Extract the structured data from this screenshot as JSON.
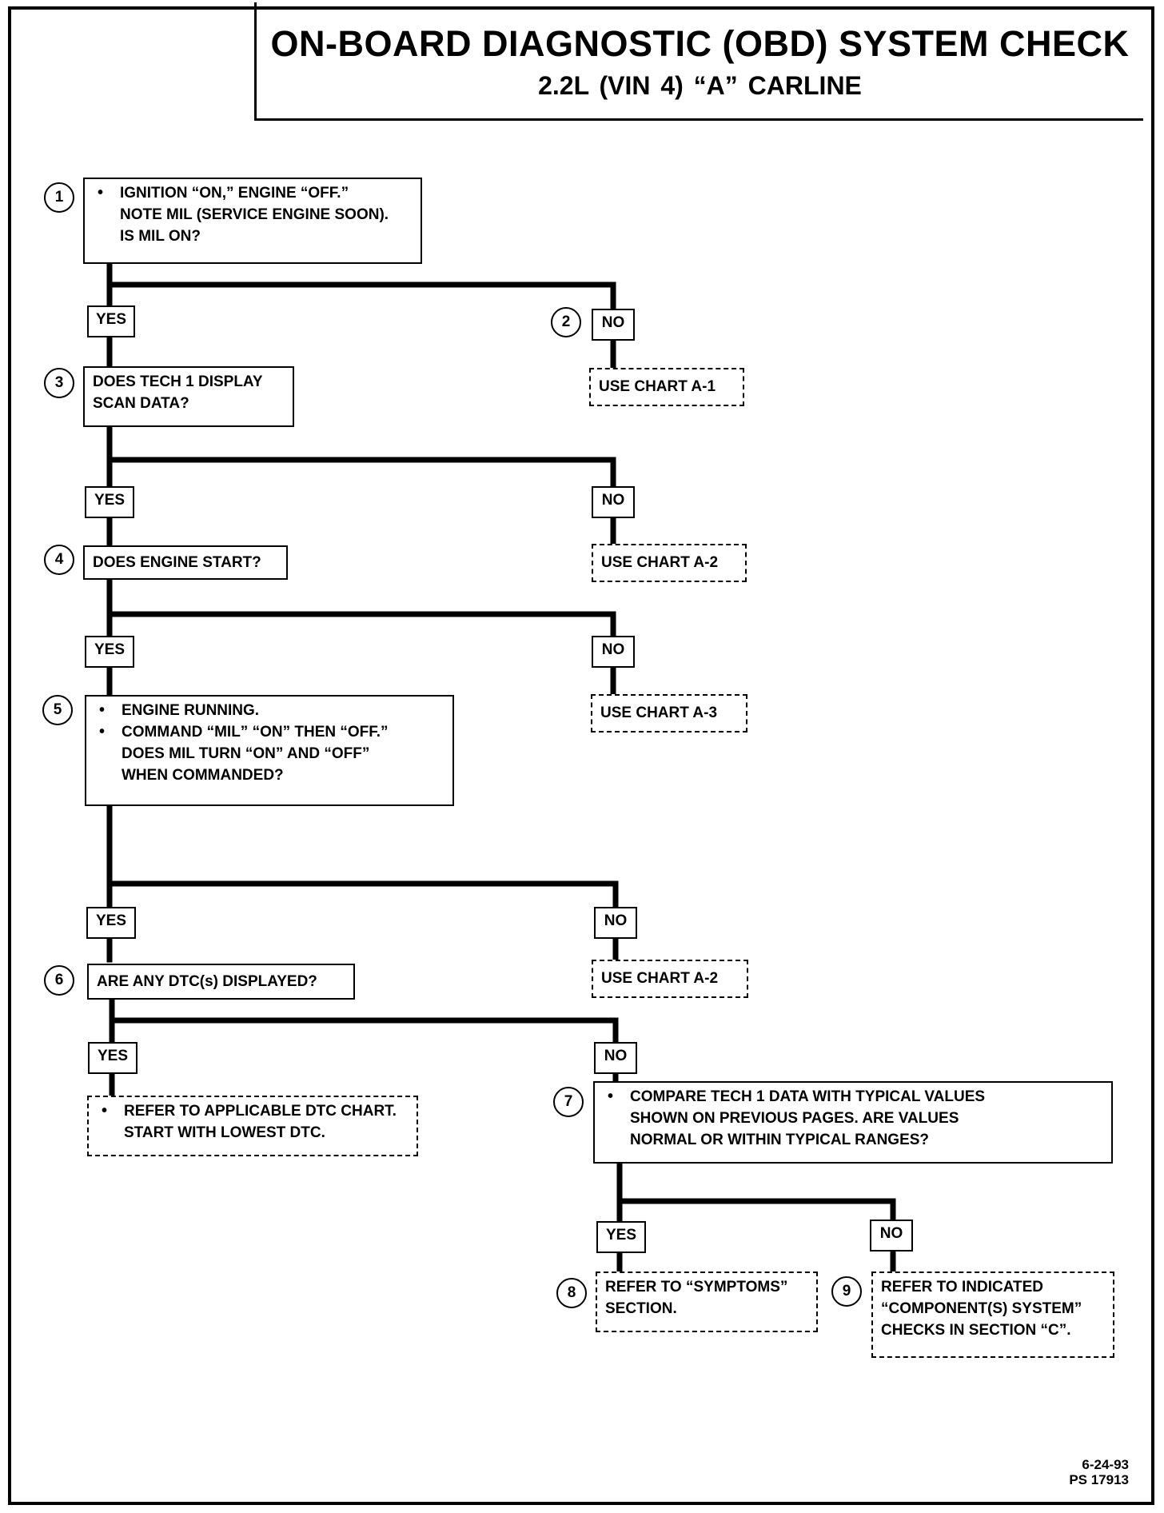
{
  "header": {
    "title": "ON-BOARD DIAGNOSTIC (OBD) SYSTEM CHECK",
    "subtitle": "2.2L  (VIN 4)  “A”  CARLINE"
  },
  "steps": {
    "s1": {
      "number": "1",
      "lines": [
        "IGNITION “ON,” ENGINE  “OFF.”",
        "NOTE MIL (SERVICE ENGINE SOON).",
        "IS MIL ON?"
      ]
    },
    "s2": {
      "number": "2"
    },
    "s3": {
      "number": "3",
      "lines": [
        "DOES TECH 1 DISPLAY",
        "SCAN DATA?"
      ]
    },
    "s4": {
      "number": "4",
      "lines": [
        "DOES ENGINE START?"
      ]
    },
    "s5": {
      "number": "5",
      "lines": [
        "ENGINE RUNNING.",
        "COMMAND “MIL” “ON” THEN “OFF.”",
        "DOES MIL TURN “ON” AND “OFF”",
        "WHEN COMMANDED?"
      ]
    },
    "s6": {
      "number": "6",
      "lines": [
        "ARE ANY DTC(s) DISPLAYED?"
      ]
    },
    "s7": {
      "number": "7",
      "lines": [
        "COMPARE TECH 1 DATA WITH TYPICAL VALUES",
        "SHOWN ON PREVIOUS PAGES.  ARE VALUES",
        "NORMAL OR WITHIN TYPICAL RANGES?"
      ]
    },
    "s8": {
      "number": "8",
      "lines": [
        "REFER TO “SYMPTOMS”",
        "SECTION."
      ]
    },
    "s9": {
      "number": "9",
      "lines": [
        "REFER TO INDICATED",
        "“COMPONENT(S) SYSTEM”",
        "CHECKS IN SECTION “C”."
      ]
    }
  },
  "outcomes": {
    "chart_a1": "USE CHART A-1",
    "chart_a2_first": "USE CHART A-2",
    "chart_a3": "USE CHART A-3",
    "chart_a2_second": "USE CHART A-2",
    "dtc_chart": [
      "REFER TO APPLICABLE DTC CHART.",
      "START WITH LOWEST DTC."
    ]
  },
  "branch_labels": {
    "yes": "YES",
    "no": "NO"
  },
  "footer": {
    "date": "6-24-93",
    "code": "PS 17913"
  }
}
